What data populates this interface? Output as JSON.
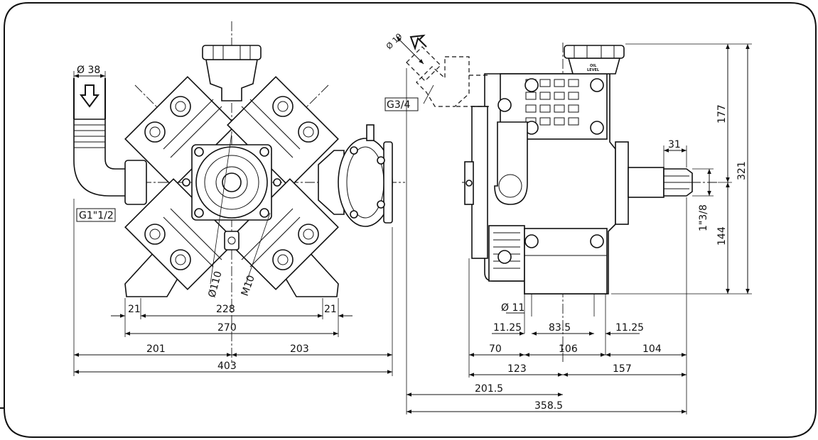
{
  "front_view": {
    "inlet_diameter": "Ø 38",
    "inlet_thread": "G1\"1/2",
    "pin_diameter": "Ø110",
    "bolt_thread": "M10",
    "foot_left": "21",
    "foot_right": "21",
    "foot_spacing": "228",
    "base_width": "270",
    "left_to_center": "201",
    "right_to_center": "203",
    "overall_width": "403"
  },
  "side_view": {
    "outlet_diameter": "Ø 19",
    "outlet_thread": "G3/4",
    "oil_level_label": [
      "OIL",
      "LEVEL"
    ],
    "shaft_length": "31",
    "shaft_diameter": "1\"3/8",
    "height_upper": "177",
    "height_total": "321",
    "height_lower": "144",
    "hole_diameter": "Ø 11",
    "hole_offset_left": "11.25",
    "hole_spacing": "83.5",
    "hole_offset_right": "11.25",
    "seg_70": "70",
    "seg_106": "106",
    "seg_104": "104",
    "seg_123": "123",
    "seg_157": "157",
    "seg_201_5": "201.5",
    "overall_length": "358.5"
  }
}
